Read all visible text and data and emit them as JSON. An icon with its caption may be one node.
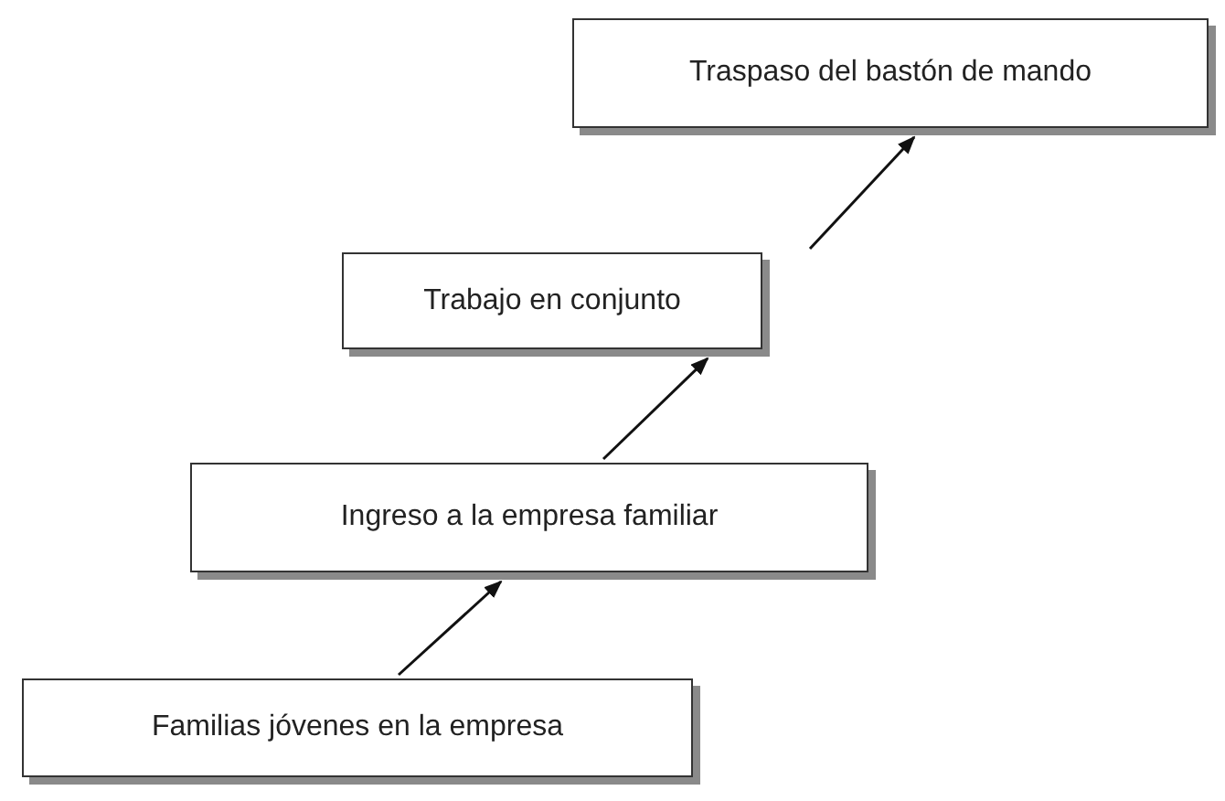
{
  "diagram": {
    "nodes": [
      {
        "text": [
          "Traspaso del bastón de mando"
        ]
      },
      {
        "text": [
          "Trabajo en conjunto"
        ]
      },
      {
        "text": [
          "Ingreso a la empresa familiar"
        ]
      },
      {
        "text": [
          "Familias jóvenes en la empresa"
        ]
      }
    ],
    "edges": [
      {
        "from": 3,
        "to": 2,
        "arrow": "to"
      },
      {
        "from": 2,
        "to": 1,
        "arrow": "to"
      },
      {
        "from": 1,
        "to": 0,
        "arrow": "to"
      }
    ]
  }
}
